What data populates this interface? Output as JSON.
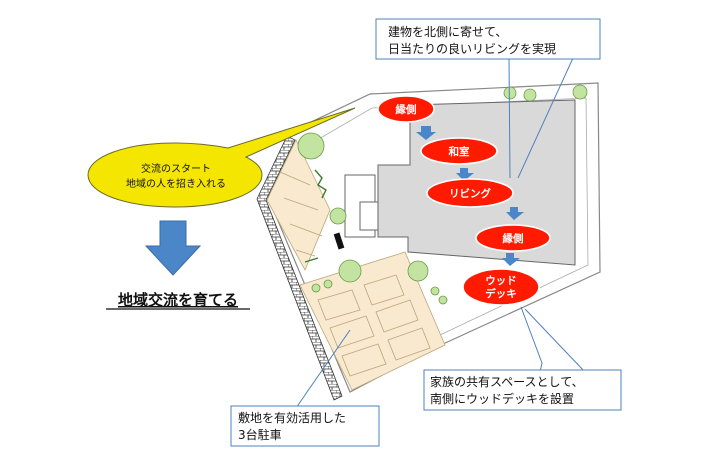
{
  "callouts": {
    "top_line1": "建物を北側に寄せて、",
    "top_line2": "日当たりの良いリビングを実現",
    "right_line1": "家族の共有スペースとして、",
    "right_line2": "南側にウッドデッキを設置",
    "bottom_line1": "敷地を有効活用した",
    "bottom_line2": "3台駐車"
  },
  "yellow_bubble": {
    "line1": "交流のスタート",
    "line2": "地域の人を招き入れる"
  },
  "headline": "地域交流を育てる",
  "flow": {
    "engawa_top": "縁側",
    "washitsu": "和室",
    "living": "リビング",
    "engawa_bottom": "縁側",
    "deck_line1": "ウッド",
    "deck_line2": "デッキ"
  },
  "colors": {
    "bubble_red": "#ff1a00",
    "arrow_blue": "#4a86c8",
    "callout_border": "#4f81bd",
    "yellow": "#f5e600",
    "building_gray": "#d9d9d9",
    "tree_green": "#c2e4a0",
    "paving": "#f8e9cf"
  }
}
